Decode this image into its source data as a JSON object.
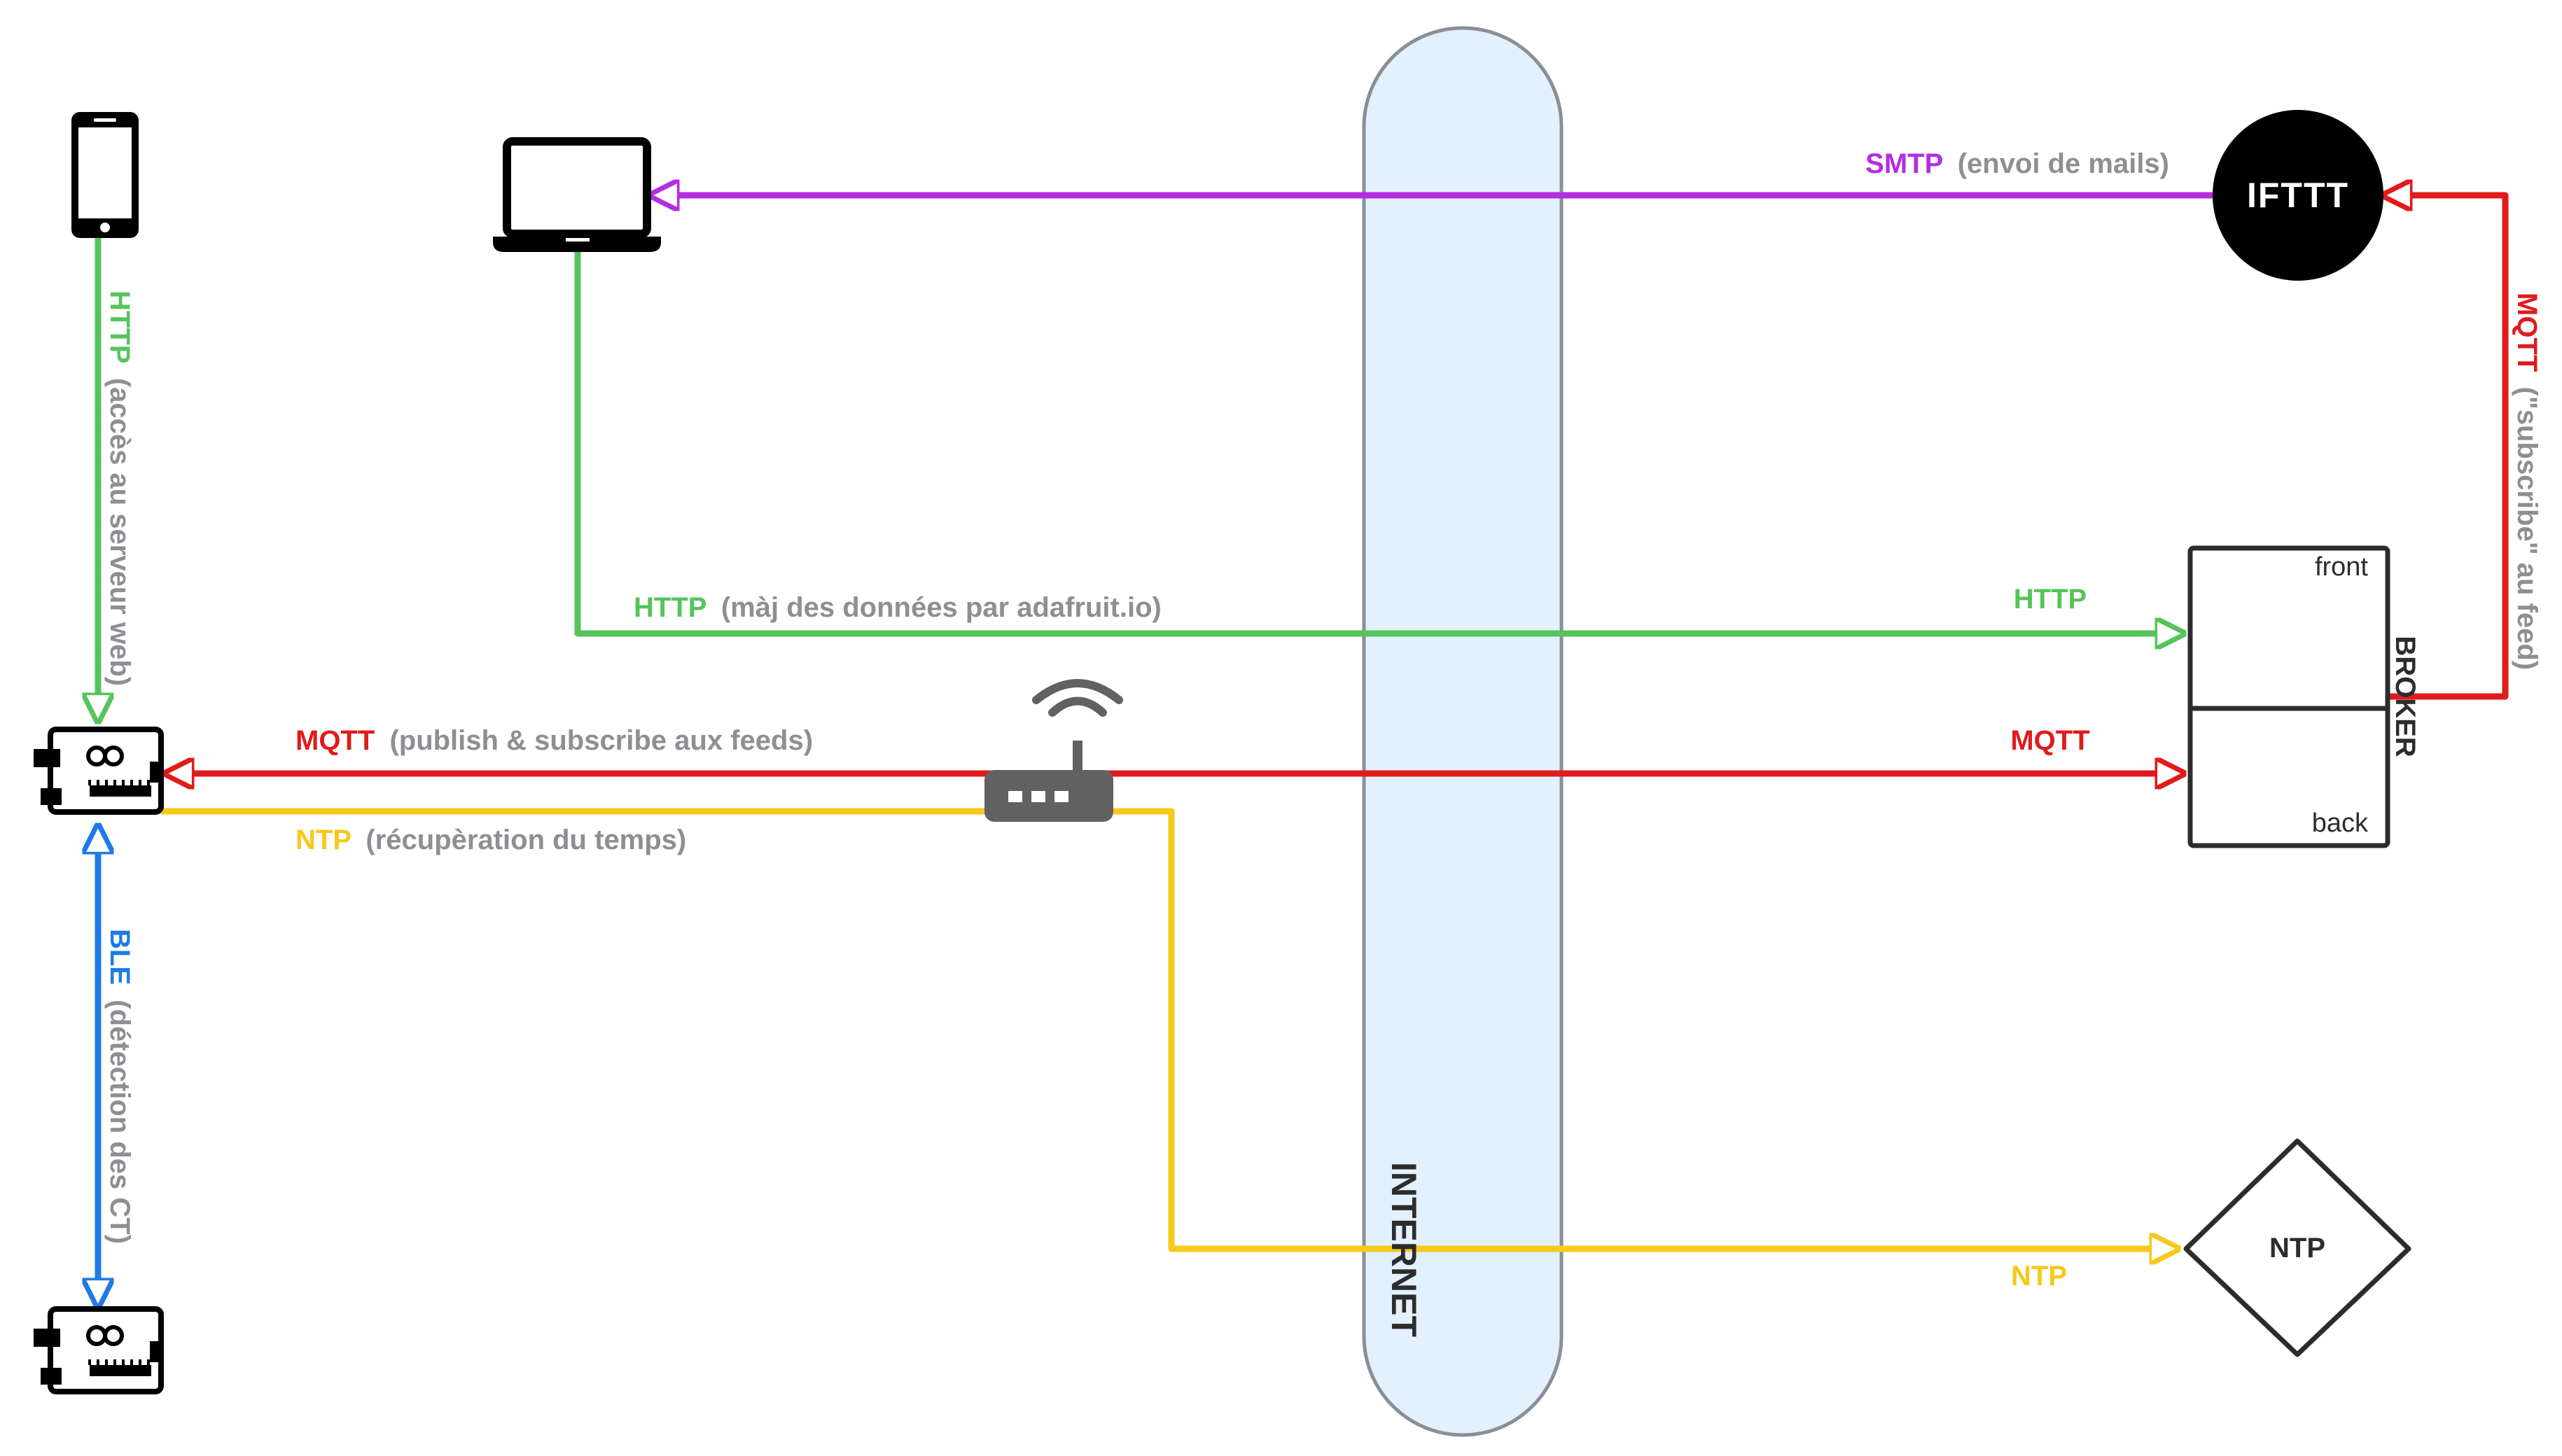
{
  "colors": {
    "green": "#56c45c",
    "red": "#e01b1b",
    "purple": "#b42de0",
    "yellow": "#f7c919",
    "blue": "#1e7ae6",
    "gray_text": "#8e8e93",
    "internet_fill": "#e3f0fd",
    "internet_stroke": "#8a8f96"
  },
  "nodes": {
    "internet": {
      "label": "INTERNET"
    },
    "ifttt": {
      "label": "IFTTT"
    },
    "broker": {
      "label": "BROKER",
      "front": "front",
      "back": "back"
    },
    "ntp_server": {
      "label": "NTP"
    },
    "icons": [
      "smartphone-icon",
      "laptop-icon",
      "router-icon",
      "arduino-board-icon"
    ]
  },
  "links": {
    "http_phone": {
      "protocol": "HTTP",
      "detail": "(accès au serveur web)"
    },
    "smtp": {
      "protocol": "SMTP",
      "detail": "(envoi de mails)"
    },
    "mqtt_ifttt": {
      "protocol": "MQTT",
      "detail": "(\"subscribe\" au feed)"
    },
    "http_laptop": {
      "protocol": "HTTP",
      "detail": "(màj des données par adafruit.io)",
      "end_label": "HTTP"
    },
    "mqtt_main": {
      "protocol": "MQTT",
      "detail": "(publish & subscribe aux feeds)",
      "end_label": "MQTT"
    },
    "ntp": {
      "protocol": "NTP",
      "detail": "(récupèration du temps)",
      "end_label": "NTP"
    },
    "ble": {
      "protocol": "BLE",
      "detail": "(détection des CT)"
    }
  }
}
